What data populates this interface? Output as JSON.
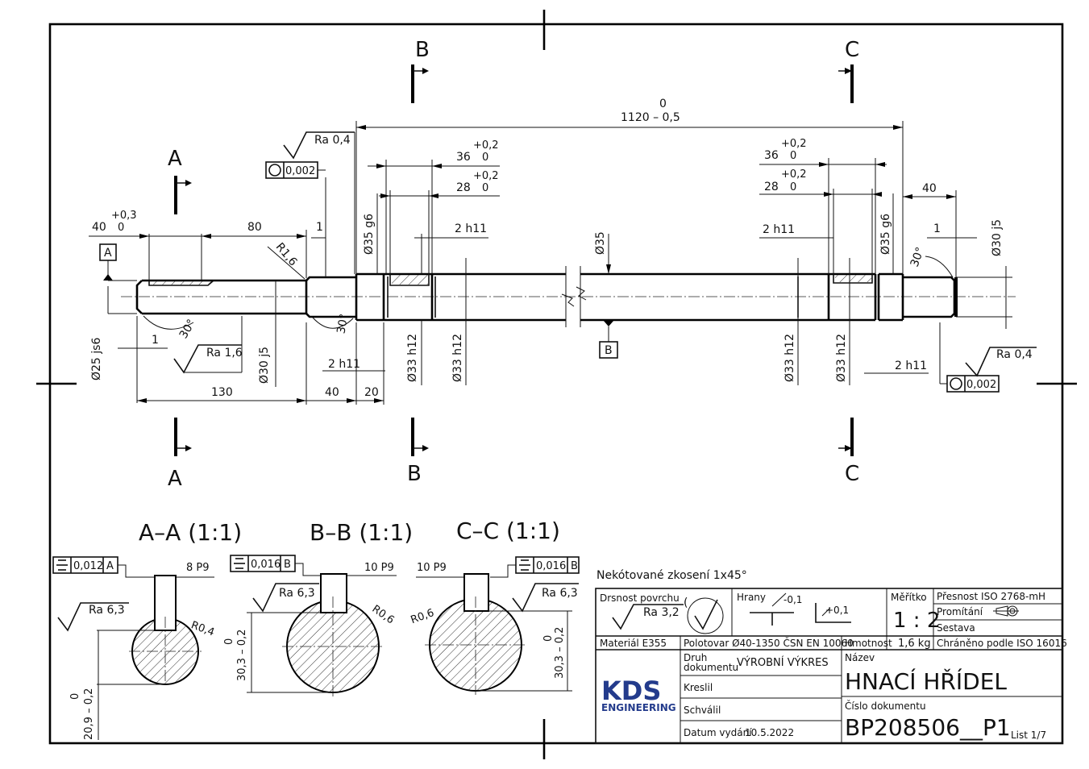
{
  "sections": {
    "a_letter": "A",
    "b_letter": "B",
    "c_letter": "C",
    "a_title": "A–A (1:1)",
    "b_title": "B–B (1:1)",
    "c_title": "C–C (1:1)"
  },
  "datums": {
    "a": "A",
    "b": "B"
  },
  "dimensions": {
    "overall_upper": "0",
    "overall": "1120 – 0,5",
    "len40_tol_up": "+0,3",
    "len40_tol_lo": "0",
    "len40": "40",
    "len80": "80",
    "r16": "R1,6",
    "len1_left": "1",
    "dia35g6_left": "Ø35 g6",
    "len36_left": "36",
    "tol36_left_up": "+0,2",
    "tol36_left_lo": "0",
    "len28_left": "28",
    "tol28_left_up": "+0,2",
    "tol28_left_lo": "0",
    "groove_2h11_top_left": "2 h11",
    "dia35_mid": "Ø35",
    "groove_2h11_top_right": "2 h11",
    "len36_right": "36",
    "tol36_right_up": "+0,2",
    "tol36_right_lo": "0",
    "len28_right": "28",
    "tol28_right_up": "+0,2",
    "tol28_right_lo": "0",
    "dia35g6_right": "Ø35 g6",
    "len40_right": "40",
    "len1_right": "1",
    "dia30j5_right": "Ø30 j5",
    "angle30_right": "30°",
    "dia25js6": "Ø25 js6",
    "len1_lower": "1",
    "angle30_lower": "30°",
    "angle30_mid": "30°",
    "dia30j5_left": "Ø30 j5",
    "groove_2h11_low_left": "2 h11",
    "dia33h12_a": "Ø33 h12",
    "dia33h12_b": "Ø33 h12",
    "dia33h12_c": "Ø33 h12",
    "dia33h12_d": "Ø33 h12",
    "groove_2h11_low_right": "2 h11",
    "len130": "130",
    "len40_low": "40",
    "len20": "20"
  },
  "surface": {
    "ra04_left": "Ra 0,4",
    "ra16": "Ra 1,6",
    "ra04_right": "Ra 0,4",
    "ra63_a_left": "Ra 6,3",
    "ra63_b": "Ra 6,3",
    "ra63_c": "Ra 6,3"
  },
  "tolerances": {
    "round_left": "0,002",
    "round_right": "0,002",
    "sym_a_val": "0,012",
    "sym_a_ref": "A",
    "sym_b_val": "0,016",
    "sym_b_ref": "B",
    "sym_c_val": "0,016",
    "sym_c_ref": "B"
  },
  "section_dims": {
    "a_key": "8 P9",
    "a_r": "R0,4",
    "a_h_up": "0",
    "a_h": "20,9 – 0,2",
    "b_key": "10 P9",
    "b_r": "R0,6",
    "b_h_up": "0",
    "b_h": "30,3 – 0,2",
    "c_key": "10 P9",
    "c_r": "R0,6",
    "c_h_up": "0",
    "c_h": "30,3 – 0,2"
  },
  "notes": {
    "chamfer": "Nekótované zkosení 1x45°"
  },
  "title_block": {
    "roughness_label": "Drsnost povrchu",
    "roughness_value": "Ra 3,2",
    "edges_label": "Hrany",
    "edge_minus": "-0,1",
    "edge_plus": "+0,1",
    "scale_label": "Měřítko",
    "scale_value": "1 : 2",
    "accuracy": "Přesnost ISO 2768-mH",
    "projection": "Promítání",
    "assembly": "Sestava",
    "material": "Materiál E355",
    "semi_product": "Polotovar Ø40-1350 ČSN EN 10060",
    "mass_label": "Hmotnost",
    "mass_value": "1,6 kg",
    "protected": "Chráněno podle ISO 16016",
    "doc_type_label_1": "Druh",
    "doc_type_label_2": "dokumentu",
    "doc_type_value": "VÝROBNÍ VÝKRES",
    "name_label": "Název",
    "name_value": "HNACÍ HŘÍDEL",
    "drawn_label": "Kreslil",
    "approved_label": "Schválil",
    "doc_number_label": "Číslo dokumentu",
    "doc_number_value": "BP208506__P1",
    "issue_date_label": "Datum vydání",
    "issue_date_value": "10.5.2022",
    "sheet": "List 1/7",
    "logo_main": "KDS",
    "logo_sub": "ENGINEERING"
  }
}
